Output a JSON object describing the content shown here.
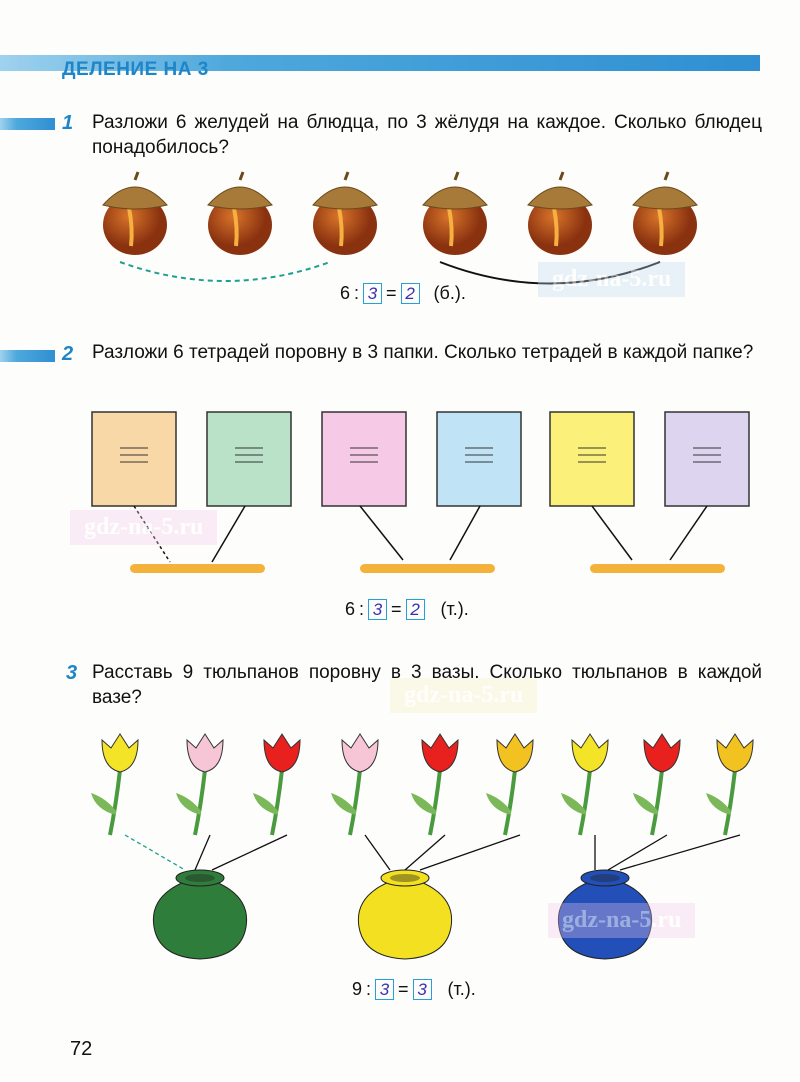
{
  "header": {
    "title": "ДЕЛЕНИЕ НА 3"
  },
  "tasks": [
    {
      "number": "1",
      "text": "Разложи 6 желудей на блюдца, по 3 жёлудя на каждое. Сколько блюдец понадобилось?",
      "equation": {
        "dividend": "6",
        "op": ":",
        "divisor": "3",
        "eq": "=",
        "answer": "2",
        "unit": "(б.)."
      }
    },
    {
      "number": "2",
      "text": "Разложи 6 тетрадей поровну в 3 папки. Сколько тетрадей в каждой папке?",
      "equation": {
        "dividend": "6",
        "op": ":",
        "divisor": "3",
        "eq": "=",
        "answer": "2",
        "unit": "(т.)."
      }
    },
    {
      "number": "3",
      "text": "Расставь 9 тюльпанов поровну в 3 вазы. Сколько тюльпанов в каждой вазе?",
      "equation": {
        "dividend": "9",
        "op": ":",
        "divisor": "3",
        "eq": "=",
        "answer": "3",
        "unit": "(т.)."
      }
    }
  ],
  "notebook_colors": [
    "#f7d8a6",
    "#b9e2c9",
    "#f6c9e6",
    "#c0e4f5",
    "#fbf07a",
    "#ddd5f0"
  ],
  "tulip_colors": [
    "#f3e428",
    "#f6c6d6",
    "#e8201e",
    "#f6c6d6",
    "#e8201e",
    "#f2c220",
    "#f3e428",
    "#e8201e",
    "#f2c220"
  ],
  "vase_colors": [
    "#2e7d3a",
    "#f3e020",
    "#2250b8"
  ],
  "watermark": "gdz-na-5.ru",
  "page_number": "72"
}
